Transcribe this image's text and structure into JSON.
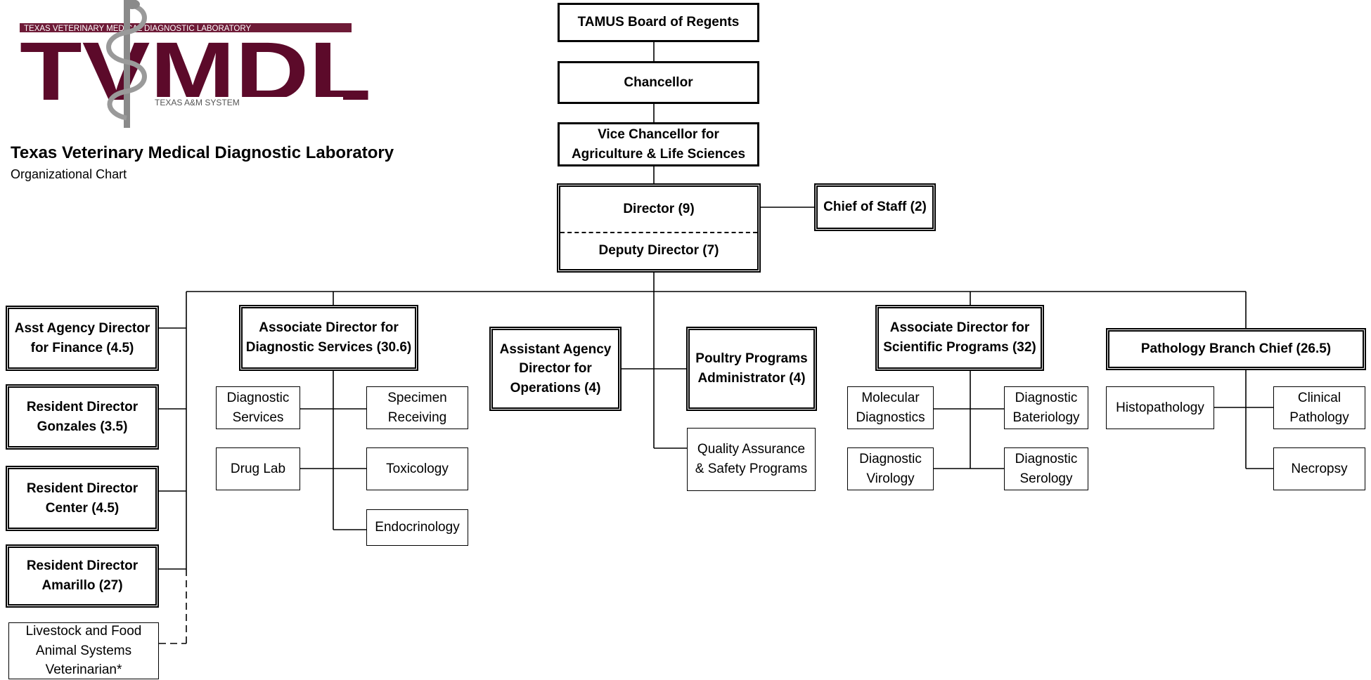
{
  "header": {
    "logo_banner": "TEXAS VETERINARY MEDICAL DIAGNOSTIC LABORATORY",
    "logo_letters": "TVMDL",
    "logo_system": "TEXAS A&M SYSTEM",
    "title": "Texas Veterinary Medical Diagnostic Laboratory",
    "subtitle": "Organizational Chart"
  },
  "colors": {
    "maroon": "#5c0a2a",
    "banner": "#6e1b37"
  },
  "chain": {
    "regents": "TAMUS Board of Regents",
    "chancellor": "Chancellor",
    "vc_line1": "Vice Chancellor for",
    "vc_line2": "Agriculture & Life Sciences",
    "director": "Director (9)",
    "deputy": "Deputy Director (7)",
    "chief_of_staff": "Chief of Staff (2)"
  },
  "left_column": {
    "finance_1": "Asst Agency Director",
    "finance_2": "for Finance  (4.5)",
    "gonzales_1": "Resident Director",
    "gonzales_2": "Gonzales  (3.5)",
    "center_1": "Resident Director",
    "center_2": "Center  (4.5)",
    "amarillo_1": "Resident Director",
    "amarillo_2": "Amarillo  (27)",
    "livestock_1": "Livestock and Food",
    "livestock_2": "Animal Systems",
    "livestock_3": "Veterinarian*"
  },
  "diagnostic_services": {
    "head_1": "Associate Director for",
    "head_2": "Diagnostic Services (30.6)",
    "units": {
      "diag_1": "Diagnostic",
      "diag_2": "Services",
      "specimen_1": "Specimen",
      "specimen_2": "Receiving",
      "drug": "Drug Lab",
      "tox": "Toxicology",
      "endo": "Endocrinology"
    }
  },
  "operations": {
    "head_1": "Assistant Agency",
    "head_2": "Director for",
    "head_3": "Operations (4)"
  },
  "poultry": {
    "head_1": "Poultry Programs",
    "head_2": "Administrator (4)",
    "qa_1": "Quality Assurance",
    "qa_2": "& Safety Programs"
  },
  "scientific": {
    "head_1": "Associate Director for",
    "head_2": "Scientific Programs (32)",
    "units": {
      "mol_1": "Molecular",
      "mol_2": "Diagnostics",
      "bact_1": "Diagnostic",
      "bact_2": "Bateriology",
      "vir_1": "Diagnostic",
      "vir_2": "Virology",
      "ser_1": "Diagnostic",
      "ser_2": "Serology"
    }
  },
  "pathology": {
    "head": "Pathology Branch Chief (26.5)",
    "units": {
      "histo": "Histopathology",
      "clin_1": "Clinical",
      "clin_2": "Pathology",
      "necropsy": "Necropsy"
    }
  }
}
